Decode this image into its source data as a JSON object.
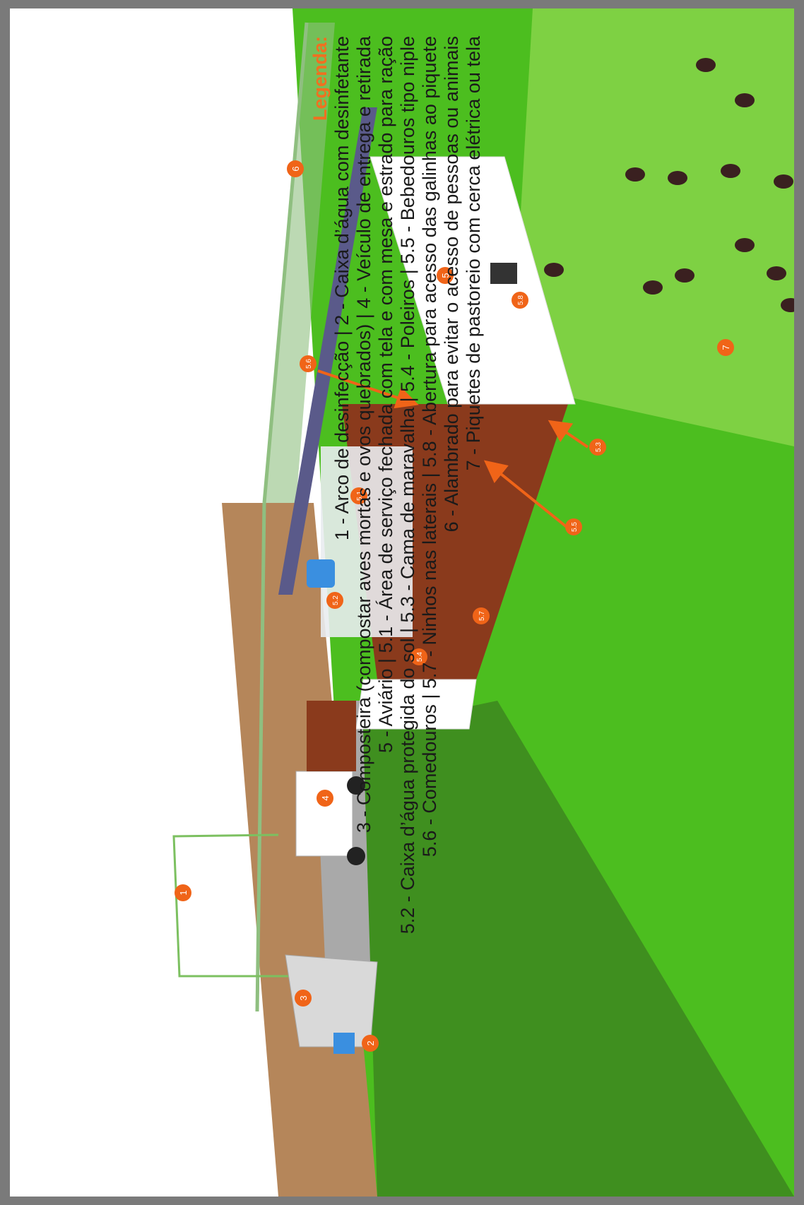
{
  "legend": {
    "title": "Legenda:",
    "lines": [
      "1 - Arco de desinfecção | 2 - Caixa d’água com desinfetante",
      "3 - Composteira (compostar aves mortas e ovos quebrados) | 4 - Veículo de entrega e retirada",
      "5 - Aviário | 5.1 - Área de serviço fechada com tela e com mesa e estrado para ração",
      "5.2 - Caixa d’água protegida do sol | 5.3 - Cama de maravalha | 5.4 - Poleiros | 5.5 - Bebedouros tipo niple",
      "5.6 - Comedouros | 5.7 - Ninhos nas laterais | 5.8 - Abertura para acesso das galinhas ao piquete",
      "6 - Alambrado para evitar o acesso de pessoas ou animais",
      "7 - Piquetes de pastoreio com cerca elétrica ou tela"
    ]
  },
  "markers": [
    {
      "label": "1"
    },
    {
      "label": "2"
    },
    {
      "label": "3"
    },
    {
      "label": "4"
    },
    {
      "label": "5"
    },
    {
      "label": "5.1"
    },
    {
      "label": "5.2"
    },
    {
      "label": "5.3"
    },
    {
      "label": "5.4"
    },
    {
      "label": "5.5"
    },
    {
      "label": "5.6"
    },
    {
      "label": "5.7"
    },
    {
      "label": "5.8"
    },
    {
      "label": "6"
    },
    {
      "label": "7"
    }
  ],
  "colors": {
    "frame": "#7a7a7a",
    "marker": "#f06418",
    "legend_title": "#f07020",
    "grass_light": "#5ad61e",
    "grass_dark": "#3f8f1f",
    "dirt": "#b5865a",
    "building_wall": "#ffffff",
    "wood": "#8a3a1c",
    "road": "#a9a9a9"
  }
}
